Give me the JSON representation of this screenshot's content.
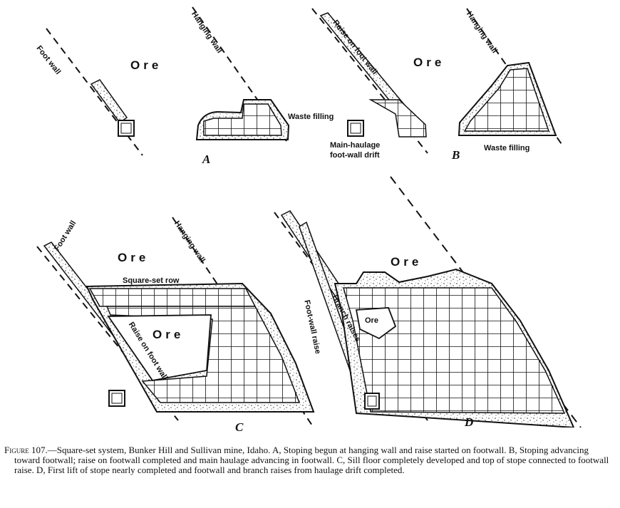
{
  "labels": {
    "A": {
      "foot_wall": "Foot wall",
      "hanging_wall": "Hanging wall",
      "ore": "Ore",
      "waste_filling": "Waste filling",
      "panel": "A"
    },
    "B": {
      "raise_on_foot_wall": "Raise on foot wall",
      "hanging_wall": "Hanging wall",
      "ore": "Ore",
      "main_haulage": "Main-haulage",
      "foot_wall_drift": "foot-wall drift",
      "waste_filling": "Waste filling",
      "panel": "B"
    },
    "C": {
      "foot_wall": "Foot wall",
      "hanging_wall": "Hanging wall",
      "ore_top": "Ore",
      "square_set_row": "Square-set row",
      "ore_center": "Ore",
      "raise_on_foot_wall": "Raise on foot wall",
      "panel": "C"
    },
    "D": {
      "ore_top": "Ore",
      "branch_raises": "Branch raises",
      "foot_wall_raise": "Foot-wall raise",
      "ore_inner": "Ore",
      "panel": "D"
    }
  },
  "caption": {
    "figure_no": "Figure 107.",
    "text": "—Square-set system, Bunker Hill and Sullivan mine, Idaho. A, Stoping begun at hanging wall and raise started on footwall. B, Stoping advancing toward footwall; raise on footwall completed and main haulage advancing in footwall. C, Sill floor completely developed and top of stope connected to footwall raise. D, First lift of stope nearly completed and footwall and branch raises from haulage drift completed."
  }
}
